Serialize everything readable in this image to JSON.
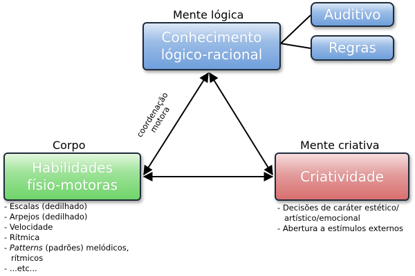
{
  "headings": {
    "mind_logic": "Mente lógica",
    "body": "Corpo",
    "mind_creative": "Mente criativa"
  },
  "boxes": {
    "logic": [
      "Conhecimento",
      "lógico-racional"
    ],
    "auditory": "Auditivo",
    "rules": "Regras",
    "body": [
      "Habilidades",
      "físio-motoras"
    ],
    "creativity": "Criatividade"
  },
  "coordination": [
    "coordenação",
    "motora"
  ],
  "body_list": [
    {
      "dash": "- ",
      "text": "Escalas (dedilhado)"
    },
    {
      "dash": "- ",
      "text": "Arpejos (dedilhado)"
    },
    {
      "dash": "- ",
      "text": "Velocidade"
    },
    {
      "dash": "- ",
      "text": "Rítmica"
    },
    {
      "dash": "- ",
      "italic": "Patterns",
      "text": " (padrões) melódicos,"
    },
    {
      "dash": "",
      "text": "rítmicos",
      "indent": true
    },
    {
      "dash": "- ",
      "text": "...etc..."
    }
  ],
  "creative_list": [
    {
      "dash": "- ",
      "text": "Decisões de caráter estético/"
    },
    {
      "dash": "",
      "text": "artístico/emocional",
      "indent": true
    },
    {
      "dash": "- ",
      "text": "Abertura a estímulos externos"
    }
  ],
  "colors": {
    "blue_box": "#6f9fdc",
    "green_box": "#6fd46a",
    "red_box": "#d96f6f",
    "border": "#1e2a3a",
    "arrow": "#000000"
  }
}
